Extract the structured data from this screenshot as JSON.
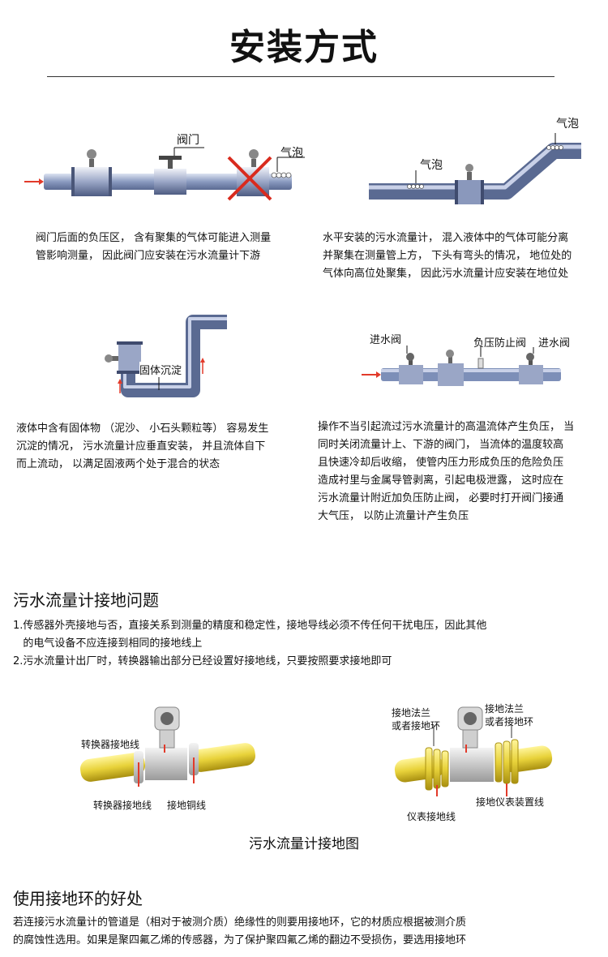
{
  "page_title": "安装方式",
  "diagram1": {
    "label_valve": "阀门",
    "label_bubble": "气泡",
    "desc_lines": [
      "阀门后面的负压区， 含有聚集的气体可能进入测量",
      "管影响测量， 因此阀门应安装在污水流量计下游"
    ]
  },
  "diagram2": {
    "label_bubble_top": "气泡",
    "label_bubble_mid": "气泡",
    "desc_lines": [
      "水平安装的污水流量计， 混入液体中的气体可能分离",
      "并聚集在测量管上方， 下头有弯头的情况， 地位处的",
      "气体向高位处聚集， 因此污水流量计应安装在地位处"
    ]
  },
  "diagram3": {
    "label_solid": "固体沉淀",
    "desc_lines": [
      "液体中含有固体物 （泥沙、 小石头颗粒等） 容易发生",
      "沉淀的情况， 污水流量计应垂直安装， 并且流体自下",
      "而上流动， 以满足固液两个处于混合的状态"
    ]
  },
  "diagram4": {
    "label_inlet_left": "进水阀",
    "label_vacuum": "负压防止阀",
    "label_inlet_right": "进水阀",
    "desc_lines": [
      "操作不当引起流过污水流量计的高温流体产生负压， 当",
      "同时关闭流量计上、下游的阀门， 当流体的温度较高",
      "且快速冷却后收缩， 使管内压力形成负压的危险负压",
      "造成衬里与金属导管剥离，引起电极泄露， 这时应在",
      "污水流量计附近加负压防止阀， 必要时打开阀门接通",
      "大气压， 以防止流量计产生负压"
    ]
  },
  "grounding": {
    "heading": "污水流量计接地问题",
    "points": [
      "1.传感器外壳接地与否，直接关系到测量的精度和稳定性，接地导线必须不传任何干扰电压，因此其他",
      "   的电气设备不应连接到相同的接地线上",
      "2.污水流量计出厂时，转换器输出部分已经设置好接地线，只要按照要求接地即可"
    ],
    "left_labels": {
      "converter_wire_top": "转换器接地线",
      "converter_wire_bottom": "转换器接地线",
      "copper_wire": "接地铜线"
    },
    "right_labels": {
      "flange_left": "接地法兰\n或者接地环",
      "flange_right": "接地法兰\n或者接地环",
      "meter_wire": "仪表接地线",
      "device_wire": "接地仪表装置线"
    },
    "caption": "污水流量计接地图"
  },
  "ring": {
    "heading": "使用接地环的好处",
    "lines": [
      "若连接污水流量计的管道是（相对于被测介质）绝缘性的则要用接地环，它的材质应根据被测介质",
      "的腐蚀性选用。如果是聚四氟乙烯的传感器，为了保护聚四氟乙烯的翻边不受损伤，要选用接地环"
    ]
  },
  "colors": {
    "pipe": "#7d8fb8",
    "pipe_light": "#b7c3e0",
    "arrow": "#e23a2a",
    "yellow": "#e8d23a"
  }
}
